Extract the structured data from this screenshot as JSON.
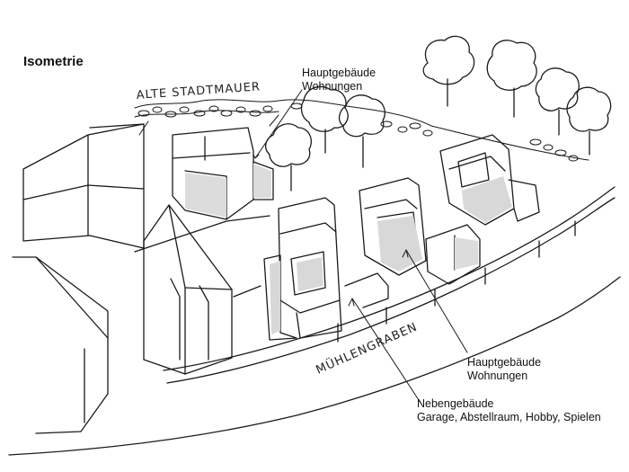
{
  "title": "Isometrie",
  "handwriting": {
    "wall": "ALTE STADTMAUER",
    "street": "MÜHLENGRABEN"
  },
  "labels": {
    "top": {
      "line1": "Hauptgebäude",
      "line2": "Wohnungen"
    },
    "right": {
      "line1": "Hauptgebäude",
      "line2": "Wohnungen"
    },
    "bottom": {
      "line1": "Nebengebäude",
      "line2": "Garage, Abstellraum, Hobby, Spielen"
    }
  }
}
